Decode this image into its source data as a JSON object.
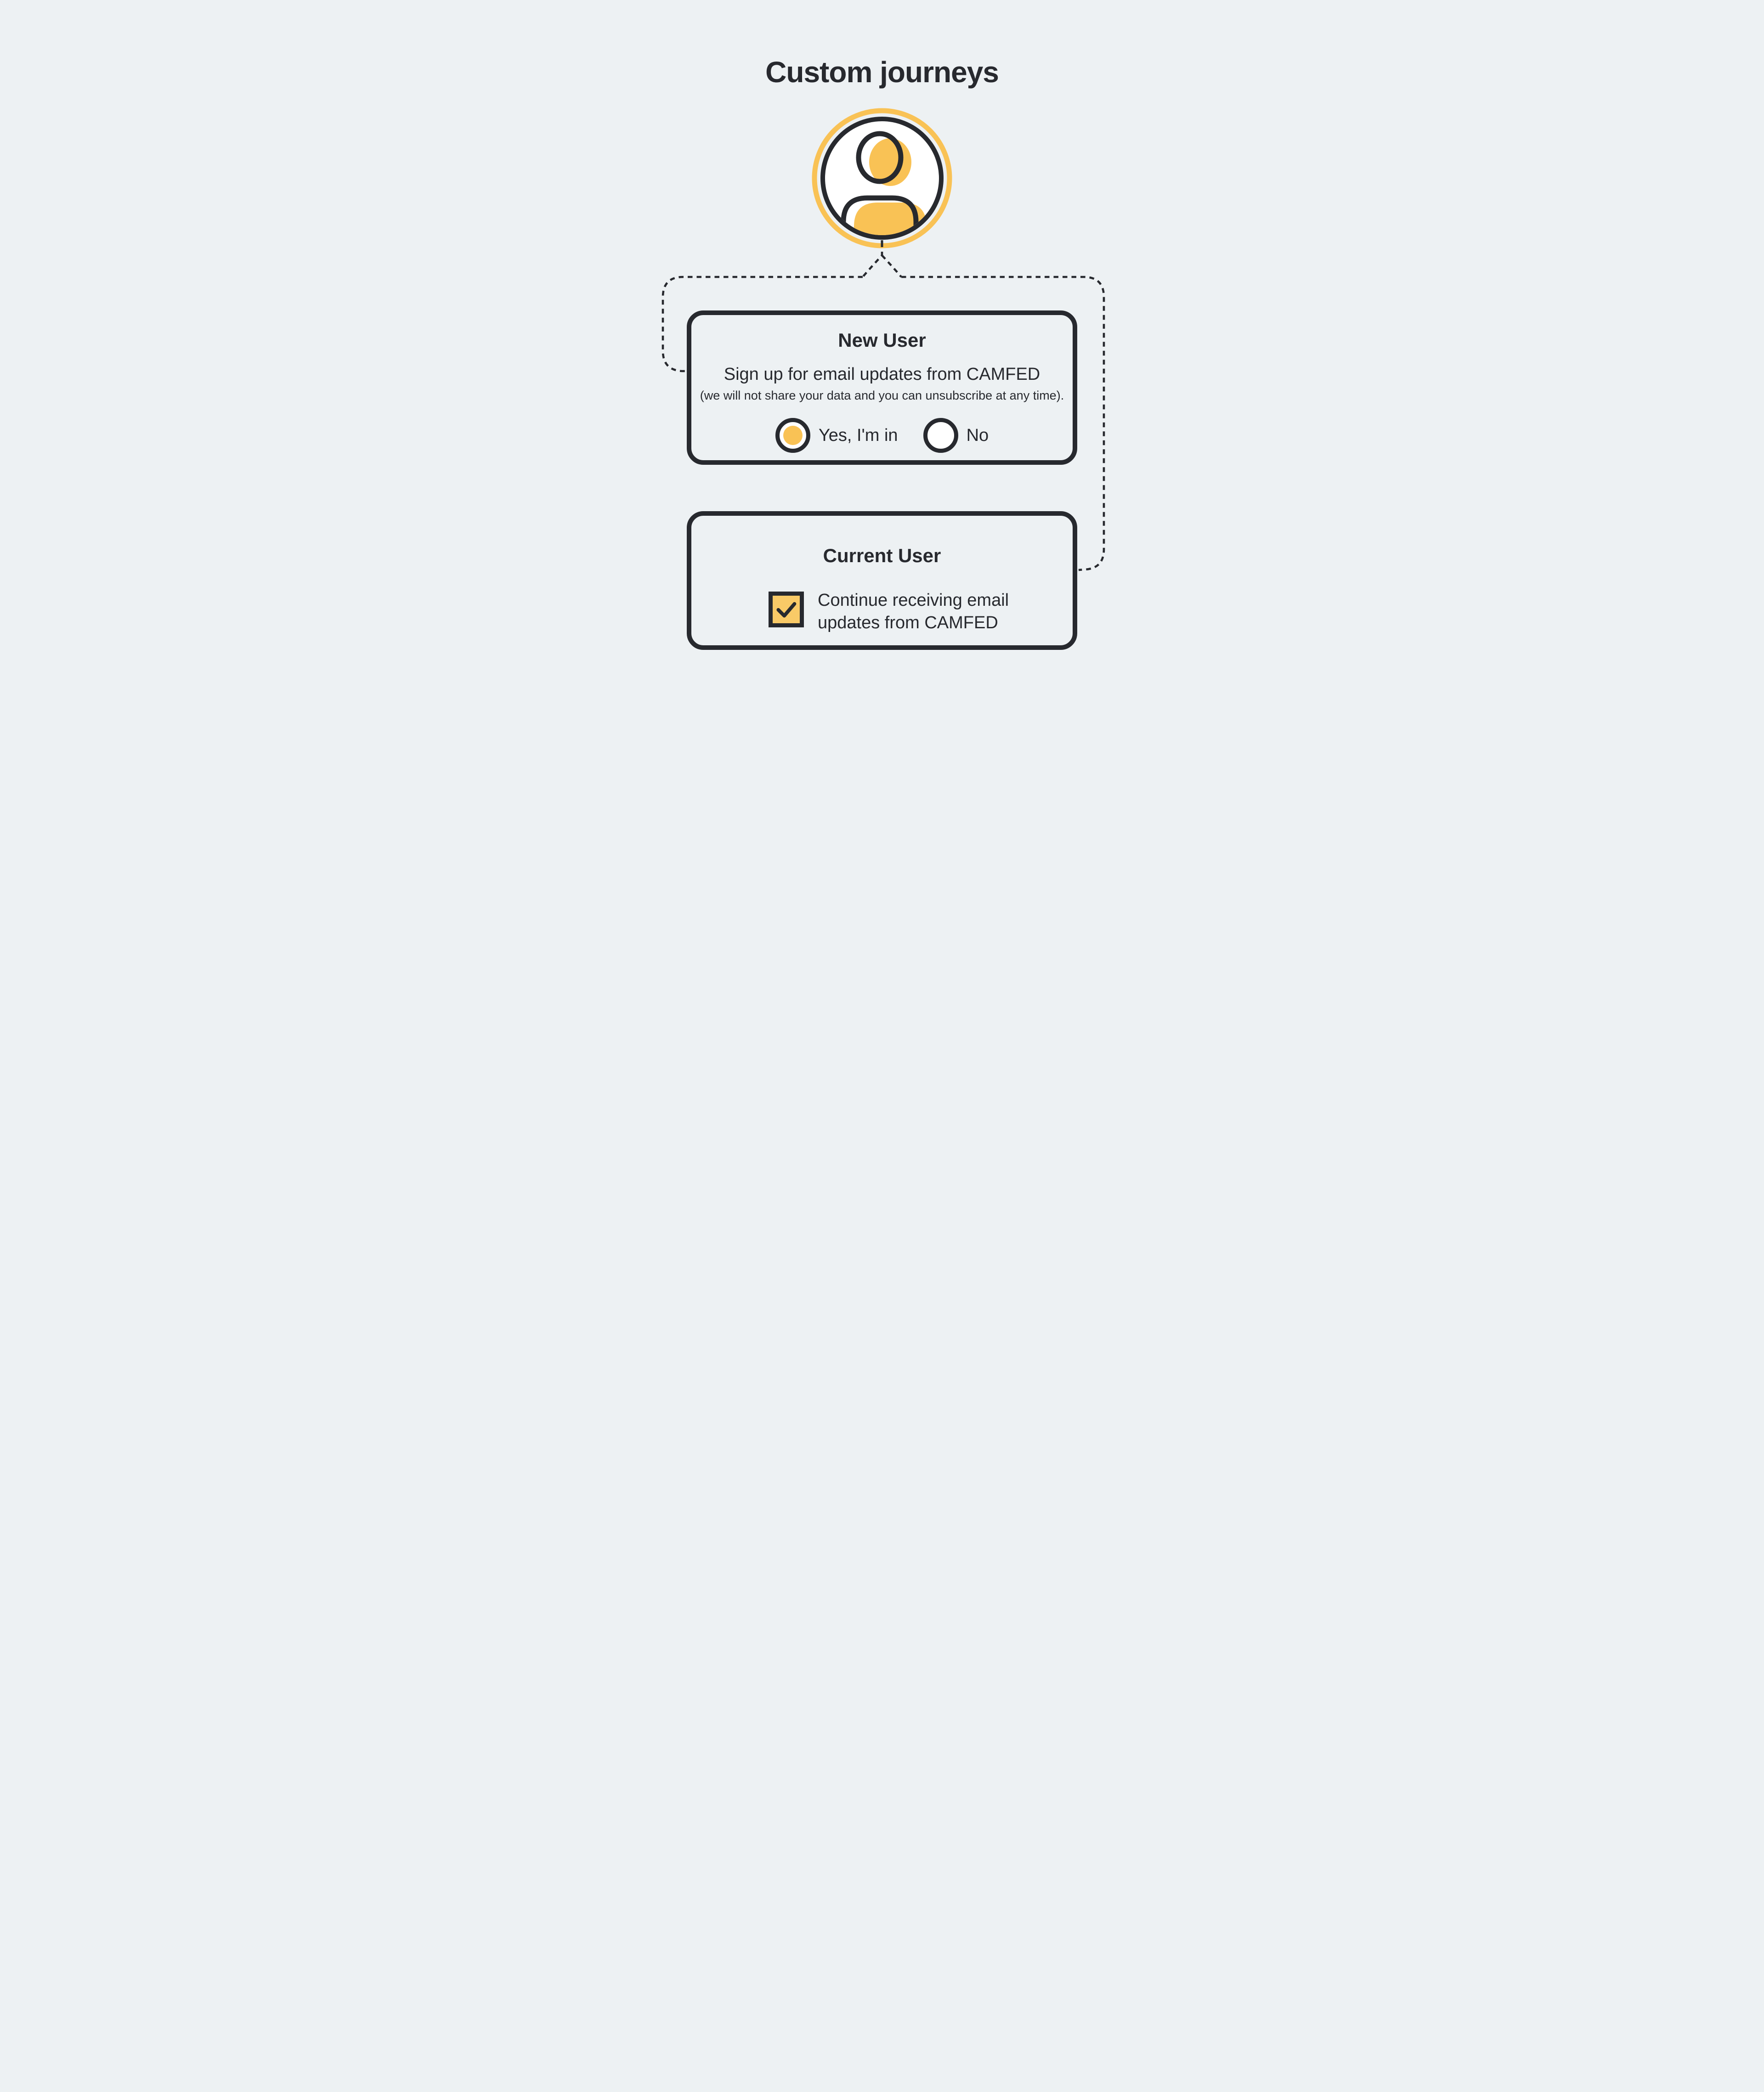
{
  "colors": {
    "background": "#edf1f3",
    "ink": "#27292e",
    "accent": "#f9c255",
    "accent_soft": "#f9ca67",
    "white": "#ffffff"
  },
  "header": {
    "title": "Custom journeys"
  },
  "avatar": {
    "icon": "person-icon"
  },
  "new_user": {
    "title": "New User",
    "description": "Sign up for email updates from CAMFED",
    "subtext": "(we will not share your data and you can unsubscribe at any time).",
    "options": [
      {
        "label": "Yes, I'm in",
        "selected": true
      },
      {
        "label": "No",
        "selected": false
      }
    ]
  },
  "current_user": {
    "title": "Current User",
    "checkbox": {
      "checked": true,
      "label_line1": "Continue receiving email",
      "label_line2": "updates from CAMFED"
    }
  }
}
